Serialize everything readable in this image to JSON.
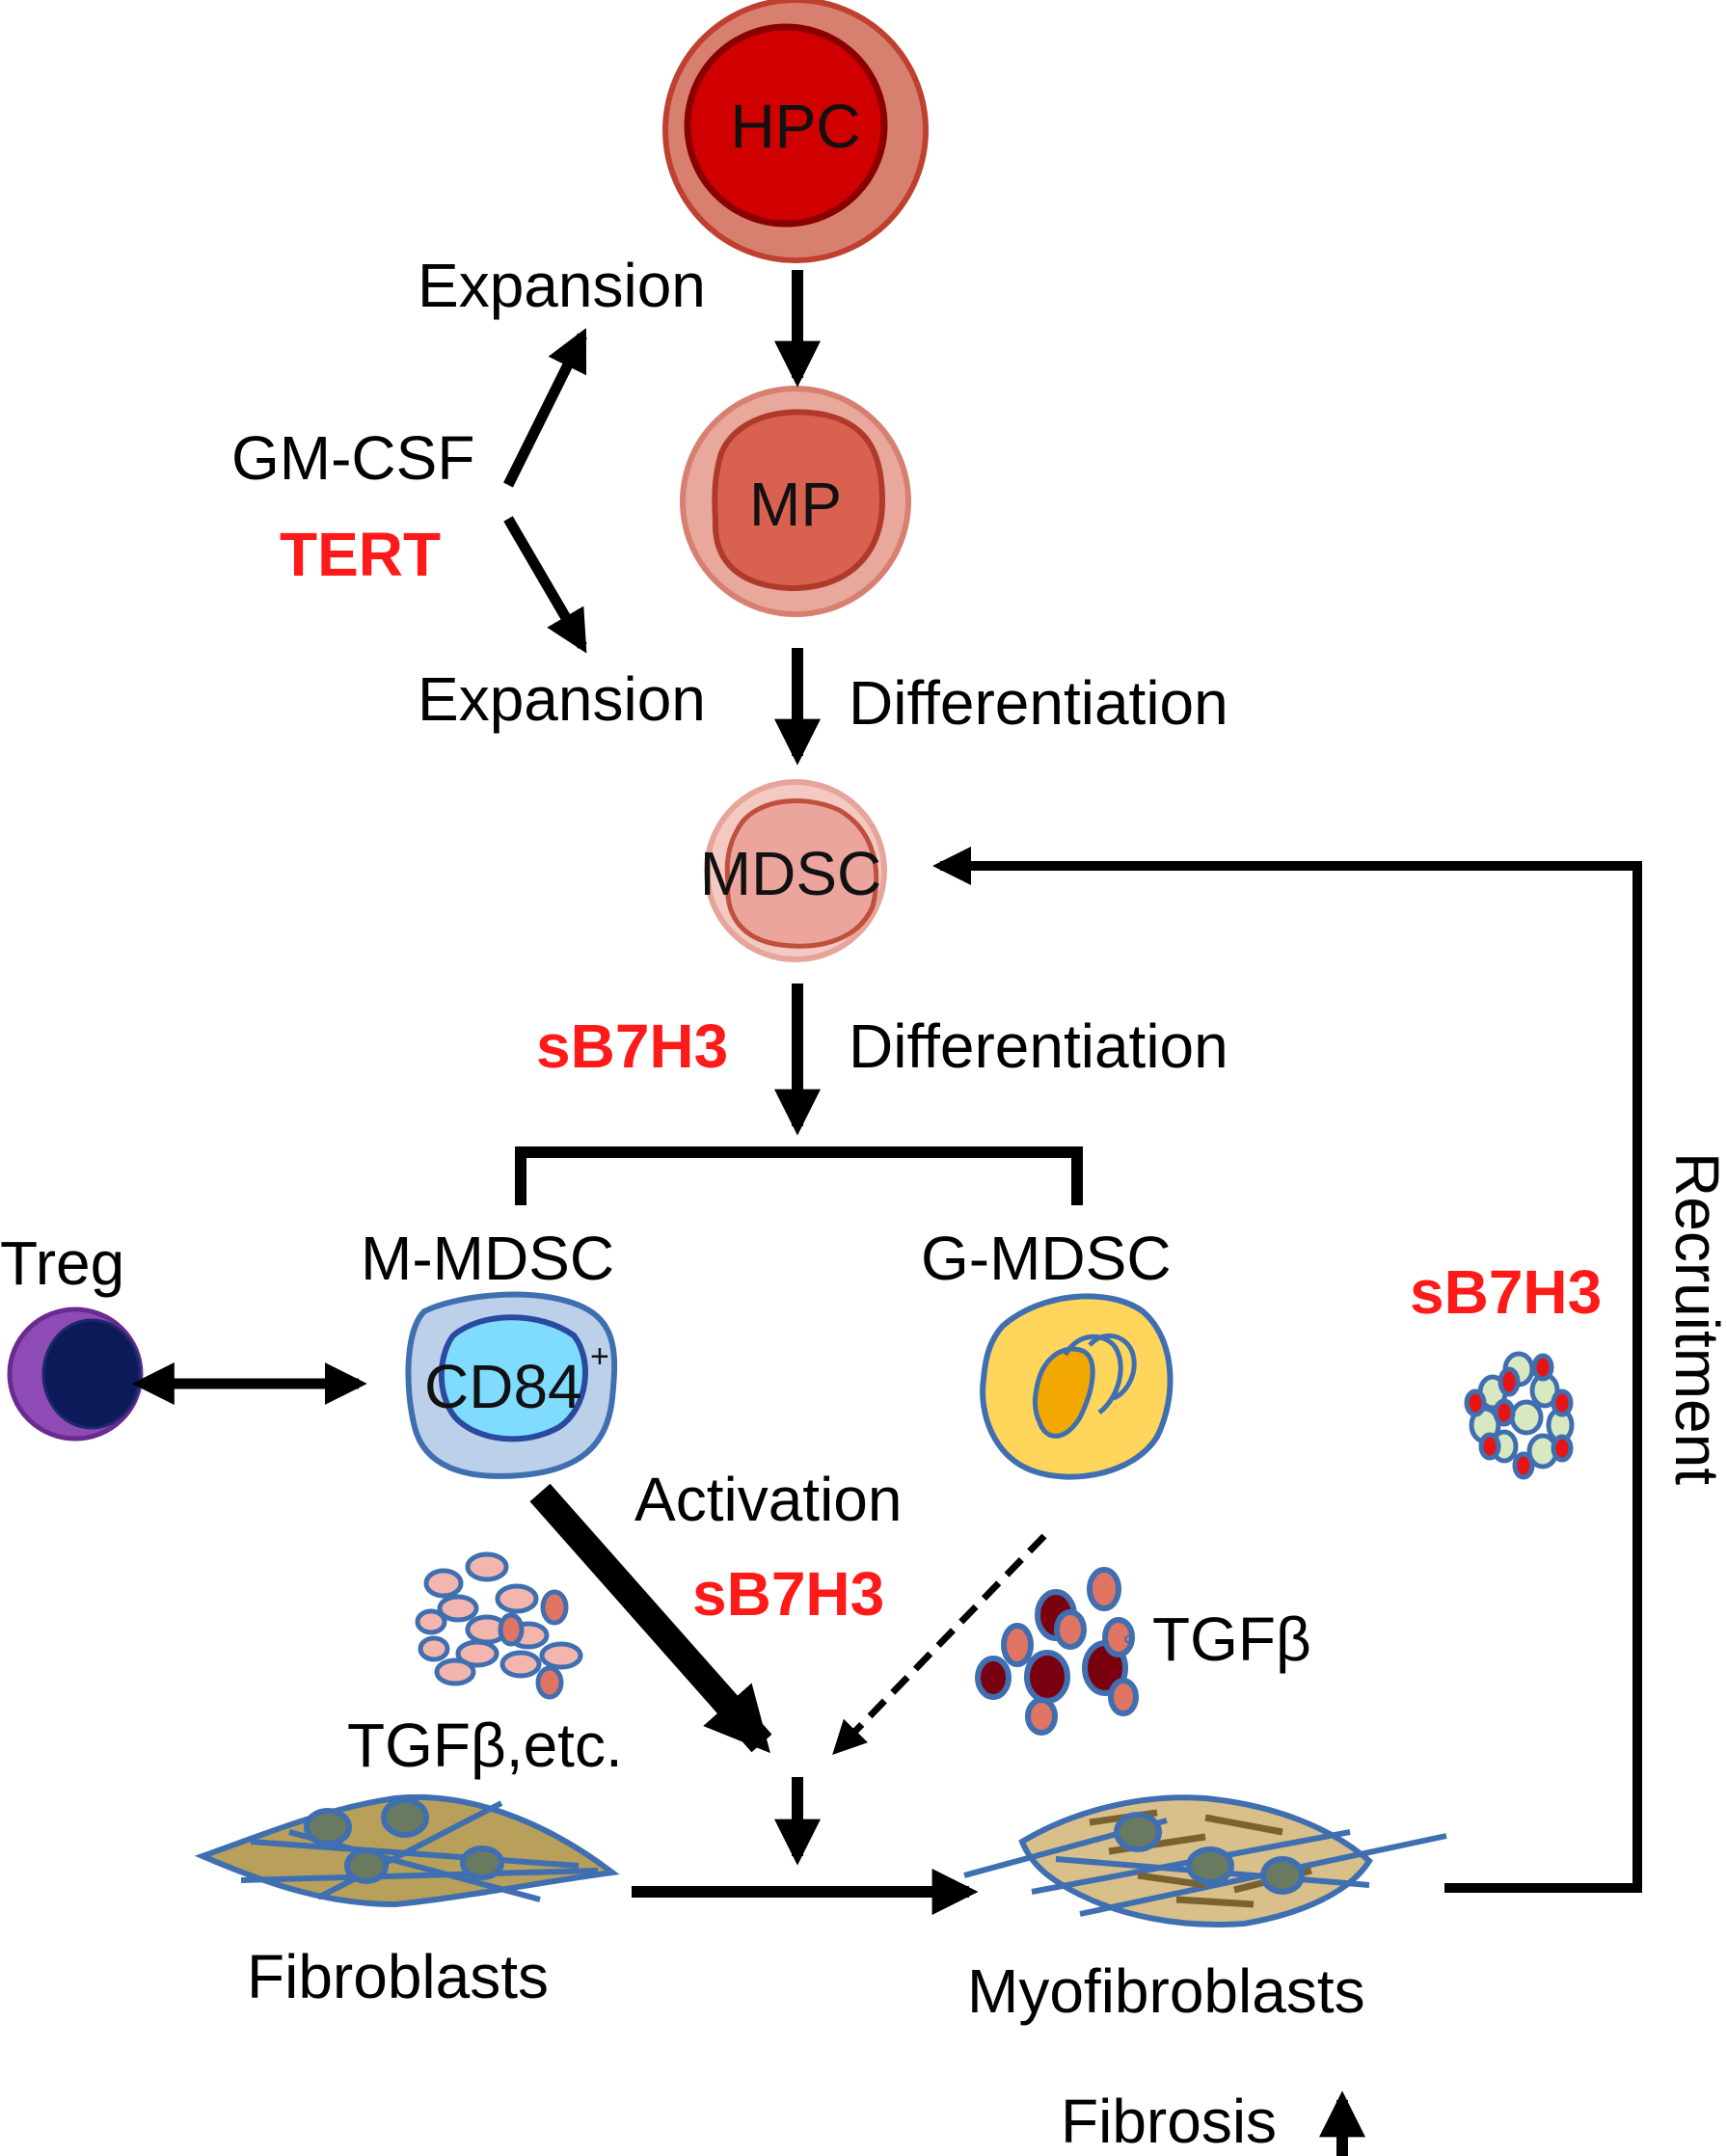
{
  "cells": {
    "hpc": "HPC",
    "mp": "MP",
    "mdsc": "MDSC",
    "m_mdsc": "M-MDSC",
    "g_mdsc": "G-MDSC",
    "cd84": "CD84",
    "cd84_sup": "+",
    "treg": "Treg",
    "fibroblasts": "Fibroblasts",
    "myofibroblasts": "Myofibroblasts"
  },
  "labels": {
    "expansion_top": "Expansion",
    "expansion_bottom": "Expansion",
    "gmcsf": "GM-CSF",
    "tert": "TERT",
    "differentiation_1": "Differentiation",
    "differentiation_2": "Differentiation",
    "sb7h3_left": "sB7H3",
    "sb7h3_right": "sB7H3",
    "sb7h3_center": "sB7H3",
    "activation": "Activation",
    "tgfb_etc": "TGFβ,etc.",
    "tgfb": "TGFβ",
    "recruitment": "Recruitment",
    "fibrosis": "Fibrosis"
  },
  "colors": {
    "highlight": "#ff1a1a",
    "hpc_fill": "#d10000",
    "mp_fill": "#d9614f",
    "mdsc_fill": "#eba59c",
    "m_mdsc_fill": "#7fdcff",
    "g_mdsc_fill": "#ffd55c",
    "treg_fill": "#0d1a5a",
    "fibroblast_fill": "#b8a05a",
    "myofibroblast_fill": "#d9c08a"
  }
}
